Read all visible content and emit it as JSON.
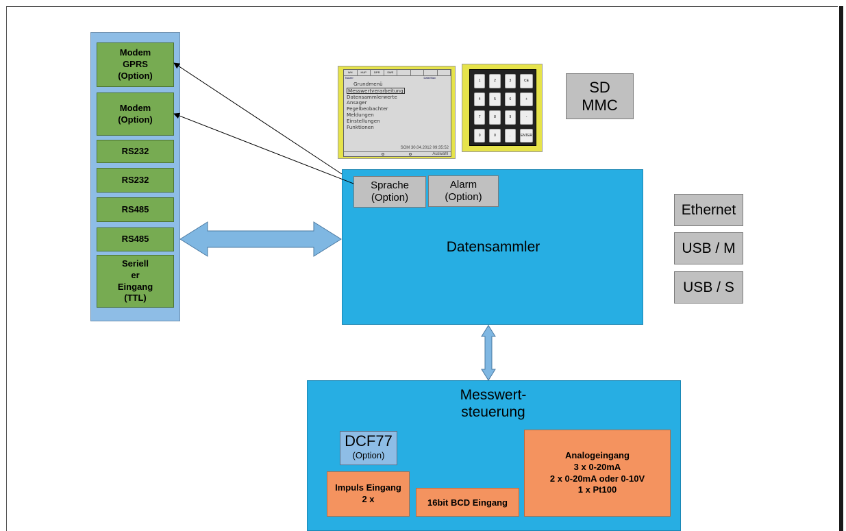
{
  "left_panel": {
    "items": [
      {
        "label": "Modem\nGPRS\n(Option)"
      },
      {
        "label": "Modem\n(Option)"
      },
      {
        "label": "RS232"
      },
      {
        "label": "RS232"
      },
      {
        "label": "RS485"
      },
      {
        "label": "RS485"
      },
      {
        "label": "Seriell\ner\nEingang\n(TTL)"
      }
    ]
  },
  "display": {
    "tabs": [
      "WH",
      "HUP",
      "DPR",
      "SWE",
      "",
      "",
      "",
      ""
    ],
    "subheader_left": "Nutzer",
    "subheader_center": "Datei/Nav",
    "menu": [
      "Grundmenü",
      "Messwertverarbeitung",
      "Datensammlerwerte",
      "Ansager",
      "Pegelbeobachter",
      "Meldungen",
      "Einstellungen",
      "Funktionen"
    ],
    "selected_index": 1,
    "status": "SOM 30.04.2012 09:35:52",
    "footer_right": "Auswahl"
  },
  "keypad": {
    "keys": [
      "1",
      "2",
      "3",
      "CE",
      "4",
      "5",
      "6",
      "+",
      "7",
      "8",
      "9",
      "-",
      "0",
      "0",
      ".",
      "ENTER"
    ]
  },
  "sd": {
    "label": "SD\nMMC"
  },
  "datensammler": {
    "title": "Datensammler",
    "sprache": "Sprache\n(Option)",
    "alarm": "Alarm\n(Option)"
  },
  "ports": {
    "ethernet": "Ethernet",
    "usb_m": "USB / M",
    "usb_s": "USB / S"
  },
  "messwert": {
    "title": "Messwert-\nsteuerung",
    "dcf_title": "DCF77",
    "dcf_option": "(Option)",
    "impuls": "Impuls Eingang\n2 x",
    "bcd": "16bit BCD Eingang",
    "analog": "Analogeingang\n3 x 0-20mA\n2 x 0-20mA oder 0-10V\n1 x Pt100"
  }
}
